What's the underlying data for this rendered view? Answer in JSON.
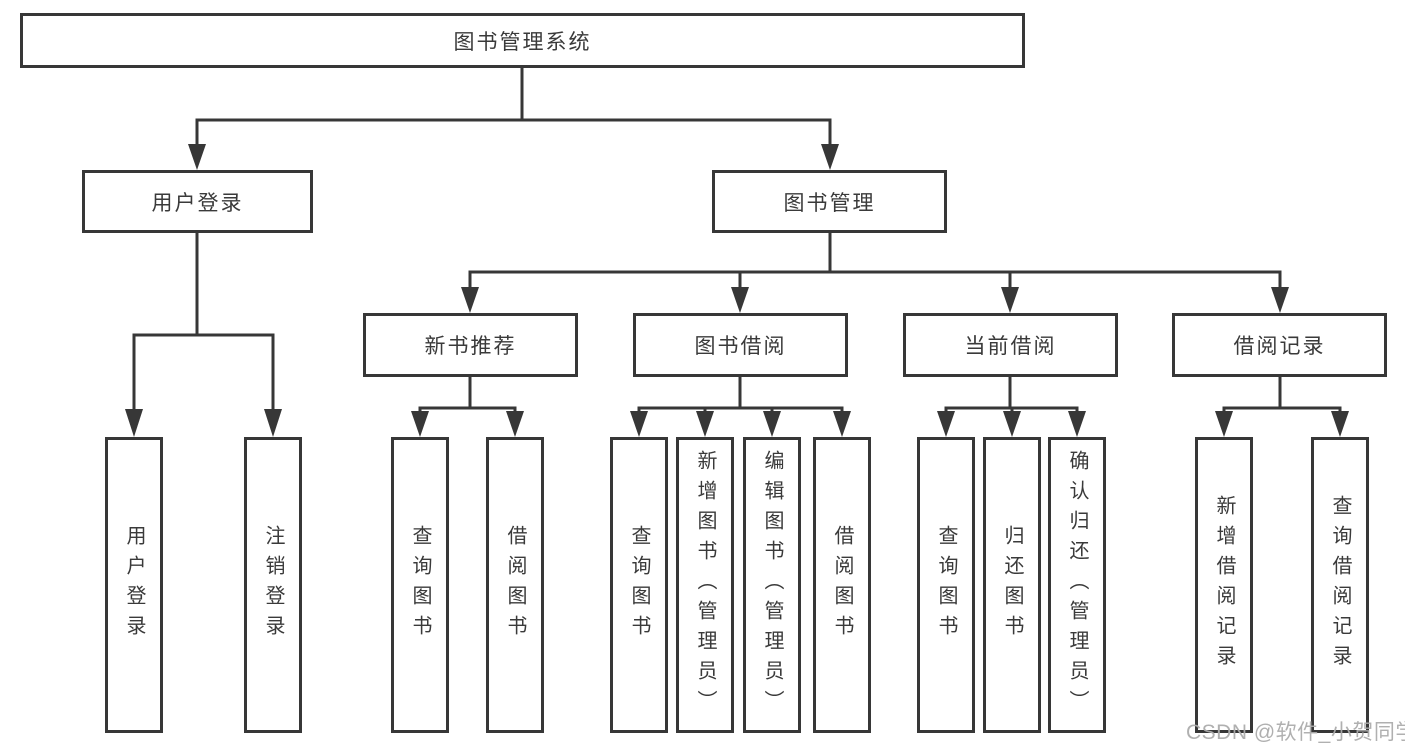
{
  "nodes": {
    "root": "图书管理系统",
    "user_login": "用户登录",
    "book_management": "图书管理",
    "new_book_recommend": "新书推荐",
    "book_borrow": "图书借阅",
    "current_borrow": "当前借阅",
    "borrow_record": "借阅记录",
    "leaf_user_login": "用户登录",
    "leaf_logout_login": "注销登录",
    "leaf_query_book_1": "查询图书",
    "leaf_borrow_book_1": "借阅图书",
    "leaf_query_book_2": "查询图书",
    "leaf_add_book_admin": "新增图书（管理员）",
    "leaf_edit_book_admin": "编辑图书（管理员）",
    "leaf_borrow_book_2": "借阅图书",
    "leaf_query_book_3": "查询图书",
    "leaf_return_book": "归还图书",
    "leaf_confirm_return_admin": "确认归还（管理员）",
    "leaf_add_borrow_record": "新增借阅记录",
    "leaf_query_borrow_record": "查询借阅记录"
  },
  "watermark": "CSDN @软件_小贺同学",
  "colors": {
    "line": "#373737",
    "text": "#3a3a3a",
    "watermark": "#acacac",
    "background": "#ffffff"
  }
}
